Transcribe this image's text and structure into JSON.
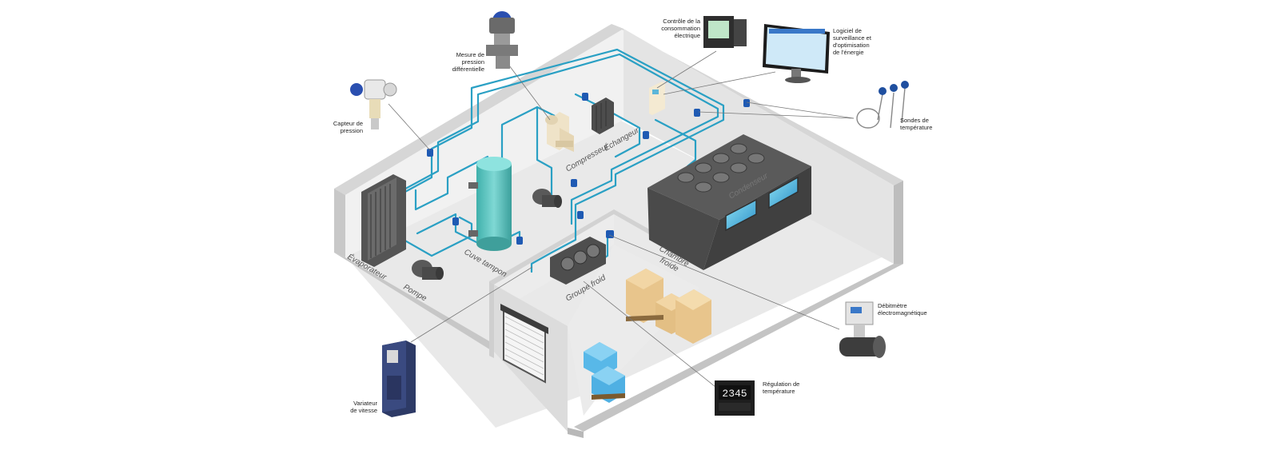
{
  "callouts": {
    "pressure_sensor": [
      "Capteur de",
      "pression"
    ],
    "diff_pressure": [
      "Mesure de",
      "pression",
      "différentielle"
    ],
    "power_monitor": [
      "Contrôle de la",
      "consommation",
      "électrique"
    ],
    "energy_software": [
      "Logiciel de",
      "surveillance et",
      "d'optimisation",
      "de l'énergie"
    ],
    "temp_probes": [
      "Sondes de",
      "température"
    ],
    "flowmeter": [
      "Débitmètre",
      "électromagnétique"
    ],
    "temp_regulation": [
      "Régulation de",
      "température"
    ],
    "speed_drive": [
      "Variateur",
      "de vitesse"
    ]
  },
  "room_labels": {
    "evaporator": "Évaporateur",
    "pump": "Pompe",
    "buffer_tank": "Cuve tampon",
    "compressor": "Compresseur",
    "exchanger": "Échangeur",
    "condenser": "Condenseur",
    "cold_group": "Groupe froid",
    "cold_room": [
      "Chambre",
      "froide"
    ]
  },
  "controller_display": "2345",
  "colors": {
    "pipe": "#2aa0c4",
    "pipe_dark": "#1c7f9f",
    "valve": "#1f5ab3",
    "floor": "#e9e9e9",
    "wall_top": "#d3d3d3",
    "wall_side": "#bfbfbf",
    "tank": "#5ec7c3",
    "equipment": "#4a4a4a",
    "crate": "#e8c58c",
    "box_blue": "#58b8e8"
  }
}
